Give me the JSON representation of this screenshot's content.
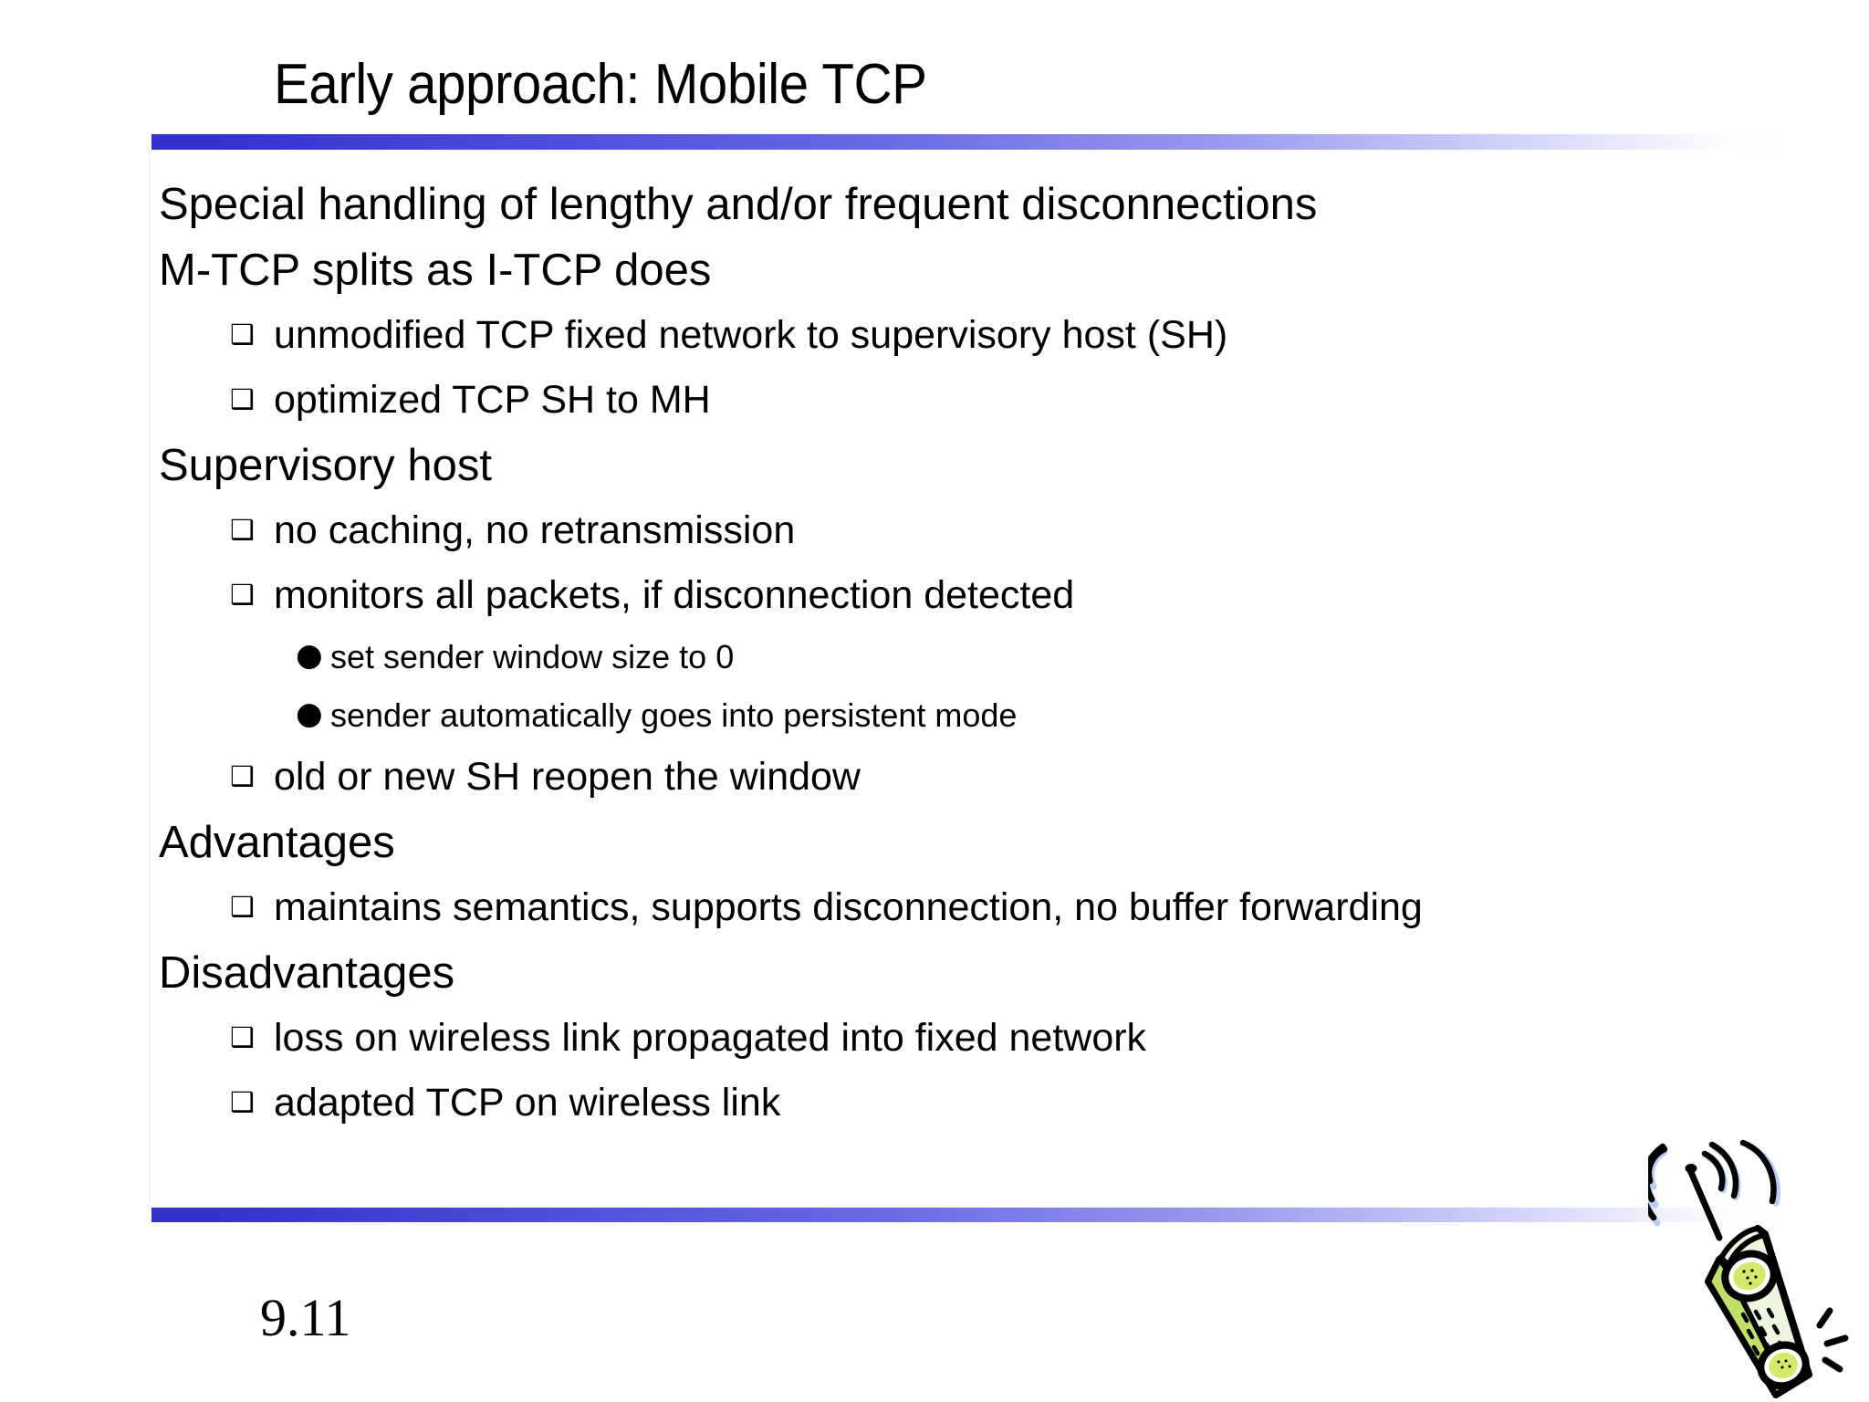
{
  "slide": {
    "title": "Early approach: Mobile TCP",
    "page_number": "9.11",
    "accent_color_dark": "#3333cc",
    "accent_color_light": "#fdfdff",
    "bullets": {
      "level2_glyph": "❑",
      "level3_glyph": "●"
    },
    "body": [
      {
        "level": 1,
        "text": "Special handling of lengthy and/or frequent disconnections"
      },
      {
        "level": 1,
        "text": "M-TCP splits as I-TCP does"
      },
      {
        "level": 2,
        "text": "unmodified TCP fixed network to supervisory host (SH)"
      },
      {
        "level": 2,
        "text": "optimized TCP SH to MH"
      },
      {
        "level": 1,
        "text": "Supervisory host"
      },
      {
        "level": 2,
        "text": "no caching, no retransmission"
      },
      {
        "level": 2,
        "text": "monitors all packets, if disconnection detected"
      },
      {
        "level": 3,
        "text": "set sender window size to 0"
      },
      {
        "level": 3,
        "text": "sender automatically goes into persistent mode"
      },
      {
        "level": 2,
        "text": "old or new SH reopen the window"
      },
      {
        "level": 1,
        "text": "Advantages"
      },
      {
        "level": 2,
        "text": "maintains semantics, supports disconnection, no buffer forwarding"
      },
      {
        "level": 1,
        "text": "Disadvantages"
      },
      {
        "level": 2,
        "text": "loss on wireless link propagated into fixed network"
      },
      {
        "level": 2,
        "text": "adapted TCP on wireless link"
      }
    ],
    "clipart": {
      "name": "cordless-phone-with-radio-waves",
      "body_color": "#eef5e0",
      "side_color": "#c0e06a",
      "button_color": "#d6e86a",
      "wave_color": "#b8cdf0",
      "outline_color": "#000000"
    }
  }
}
